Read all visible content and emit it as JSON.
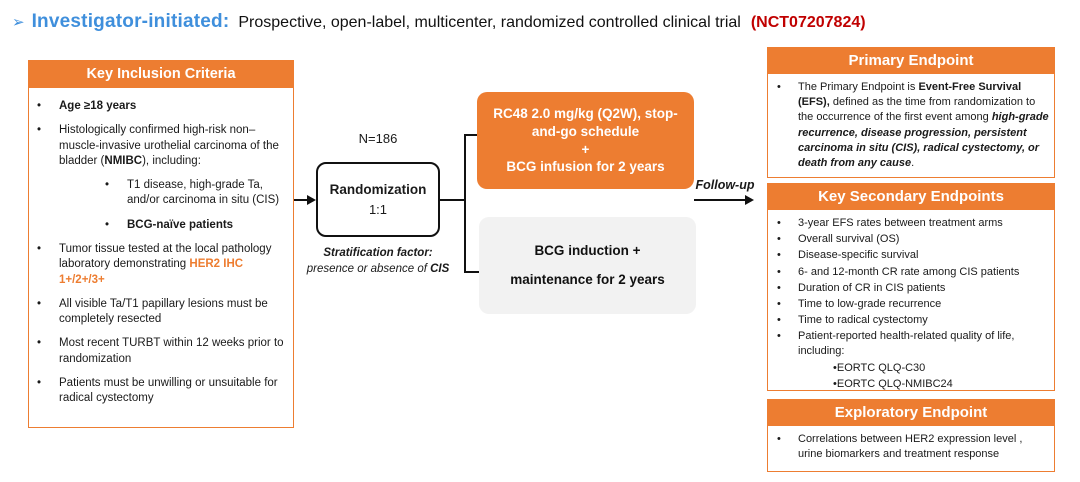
{
  "colors": {
    "orange": "#ED7D31",
    "blue": "#3F8FDC",
    "red": "#C00000",
    "gray_box": "#F2F2F2",
    "line": "#111111"
  },
  "title": {
    "arrow_icon": "➢",
    "lead": "Investigator-initiated:",
    "body": "Prospective, open-label, multicenter, randomized controlled clinical trial",
    "nct": "(NCT07207824)"
  },
  "inclusion": {
    "header": "Key Inclusion Criteria",
    "items": [
      {
        "level": 1,
        "marker": "•",
        "segments": [
          {
            "t": "Age ≥18 years",
            "s": "b"
          }
        ]
      },
      {
        "level": 1,
        "marker": "•",
        "segments": [
          {
            "t": "Histologically confirmed high-risk non–muscle-invasive urothelial carcinoma of the bladder ("
          },
          {
            "t": "NMIBC",
            "s": "b"
          },
          {
            "t": "), including:"
          }
        ]
      },
      {
        "level": 2,
        "marker": "•",
        "segments": [
          {
            "t": "T1 disease, high-grade Ta, and/or carcinoma in situ (CIS)"
          }
        ]
      },
      {
        "level": 2,
        "marker": "•",
        "segments": [
          {
            "t": "BCG-naïve patients",
            "s": "b"
          }
        ]
      },
      {
        "level": 1,
        "marker": "•",
        "segments": [
          {
            "t": "Tumor tissue tested at the local pathology laboratory demonstrating "
          },
          {
            "t": "HER2 IHC 1+/2+/3+",
            "s": "bo"
          }
        ]
      },
      {
        "level": 1,
        "marker": "•",
        "segments": [
          {
            "t": "All visible Ta/T1 papillary lesions must be completely resected"
          }
        ]
      },
      {
        "level": 1,
        "marker": "•",
        "segments": [
          {
            "t": "Most recent TURBT within 12 weeks prior to randomization"
          }
        ]
      },
      {
        "level": 1,
        "marker": "•",
        "segments": [
          {
            "t": "Patients must be unwilling or unsuitable for radical cystectomy"
          }
        ]
      }
    ]
  },
  "randomization": {
    "n_label": "N=186",
    "box_line1": "Randomization",
    "box_line2": "1:1",
    "strat_line1": "Stratification factor:",
    "strat_line2_segments": [
      {
        "t": "presence or absence of ",
        "s": "i"
      },
      {
        "t": "CIS",
        "s": "bi"
      }
    ]
  },
  "arms": {
    "experimental": {
      "line1": "RC48 2.0 mg/kg (Q2W), stop-and-go schedule",
      "plus": "+",
      "line2": "BCG infusion for 2 years"
    },
    "control": {
      "line1": "BCG induction +",
      "line2": "maintenance for 2 years"
    }
  },
  "followup": {
    "label": "Follow-up"
  },
  "endpoints": [
    {
      "header": "Primary Endpoint",
      "items": [
        {
          "level": 1,
          "marker": "•",
          "segments": [
            {
              "t": "The Primary Endpoint is "
            },
            {
              "t": "Event-Free Survival (EFS),",
              "s": "b"
            },
            {
              "t": " defined as the time from randomization to the occurrence of the first event among "
            },
            {
              "t": "high-grade recurrence, disease progression, persistent carcinoma in situ (CIS), radical cystectomy, or death from any cause",
              "s": "bi"
            },
            {
              "t": "."
            }
          ]
        }
      ]
    },
    {
      "header": "Key Secondary Endpoints",
      "items": [
        {
          "level": 1,
          "marker": "•",
          "segments": [
            {
              "t": "3-year EFS rates between treatment arms"
            }
          ]
        },
        {
          "level": 1,
          "marker": "•",
          "segments": [
            {
              "t": "Overall survival (OS)"
            }
          ]
        },
        {
          "level": 1,
          "marker": "•",
          "segments": [
            {
              "t": "Disease-specific survival"
            }
          ]
        },
        {
          "level": 1,
          "marker": "•",
          "segments": [
            {
              "t": "6- and 12-month CR rate among CIS patients"
            }
          ]
        },
        {
          "level": 1,
          "marker": "•",
          "segments": [
            {
              "t": "Duration of CR in CIS patients"
            }
          ]
        },
        {
          "level": 1,
          "marker": "•",
          "segments": [
            {
              "t": "Time to low-grade recurrence"
            }
          ]
        },
        {
          "level": 1,
          "marker": "•",
          "segments": [
            {
              "t": "Time to radical cystectomy"
            }
          ]
        },
        {
          "level": 1,
          "marker": "•",
          "segments": [
            {
              "t": "Patient-reported health-related quality of life, including:"
            }
          ]
        },
        {
          "level": 2,
          "marker": "•",
          "segments": [
            {
              "t": "EORTC QLQ-C30"
            }
          ]
        },
        {
          "level": 2,
          "marker": "•",
          "segments": [
            {
              "t": "EORTC QLQ-NMIBC24"
            }
          ]
        }
      ]
    },
    {
      "header": "Exploratory Endpoint",
      "items": [
        {
          "level": 1,
          "marker": "•",
          "segments": [
            {
              "t": "Correlations between HER2 expression level , urine biomarkers and treatment response"
            }
          ]
        }
      ]
    }
  ]
}
